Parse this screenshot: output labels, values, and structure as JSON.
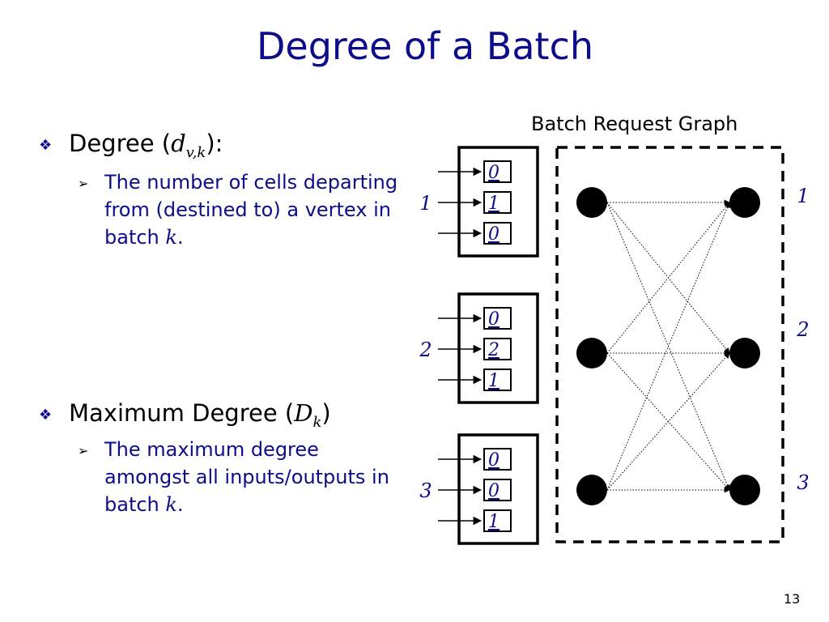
{
  "slide": {
    "title": "Degree of a Batch",
    "page_number": "13"
  },
  "bullets": [
    {
      "label_prefix": "Degree (",
      "symbol": "d",
      "subscript": "v,k",
      "label_suffix": "):",
      "sub_text": "The number of cells departing from (destined to) a vertex in batch",
      "sub_var": "k",
      "sub_end": "."
    },
    {
      "label_prefix": "Maximum Degree (",
      "symbol": "D",
      "subscript": "k",
      "label_suffix": ")",
      "sub_text": "The maximum degree amongst all inputs/outputs in batch",
      "sub_var": "k",
      "sub_end": "."
    }
  ],
  "diagram": {
    "caption": "Batch Request Graph",
    "inputs": [
      {
        "label": "1",
        "cells": [
          "0",
          "1",
          "0"
        ]
      },
      {
        "label": "2",
        "cells": [
          "0",
          "2",
          "1"
        ]
      },
      {
        "label": "3",
        "cells": [
          "0",
          "0",
          "1"
        ]
      }
    ],
    "outputs": [
      "1",
      "2",
      "3"
    ],
    "colors": {
      "text_blue": "#0d0d8c",
      "black": "#000000"
    }
  }
}
